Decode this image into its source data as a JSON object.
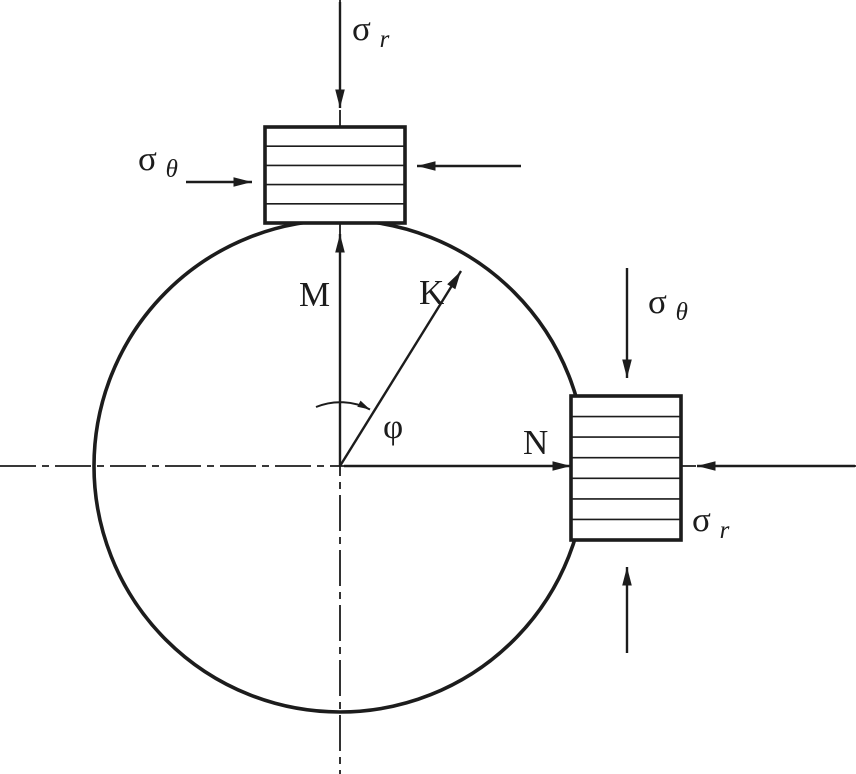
{
  "figure": {
    "background_color": "#ffffff",
    "line_color": "#1c1c1c",
    "labels": {
      "sigma_r_top": {
        "base": "σ",
        "sub": "r"
      },
      "sigma_theta_left": {
        "base": "σ",
        "sub": "θ"
      },
      "sigma_theta_right": {
        "base": "σ",
        "sub": "θ"
      },
      "sigma_r_right": {
        "base": "σ",
        "sub": "r"
      },
      "point_m": "M",
      "point_k": "K",
      "point_n": "N",
      "angle_phi": "φ"
    }
  }
}
